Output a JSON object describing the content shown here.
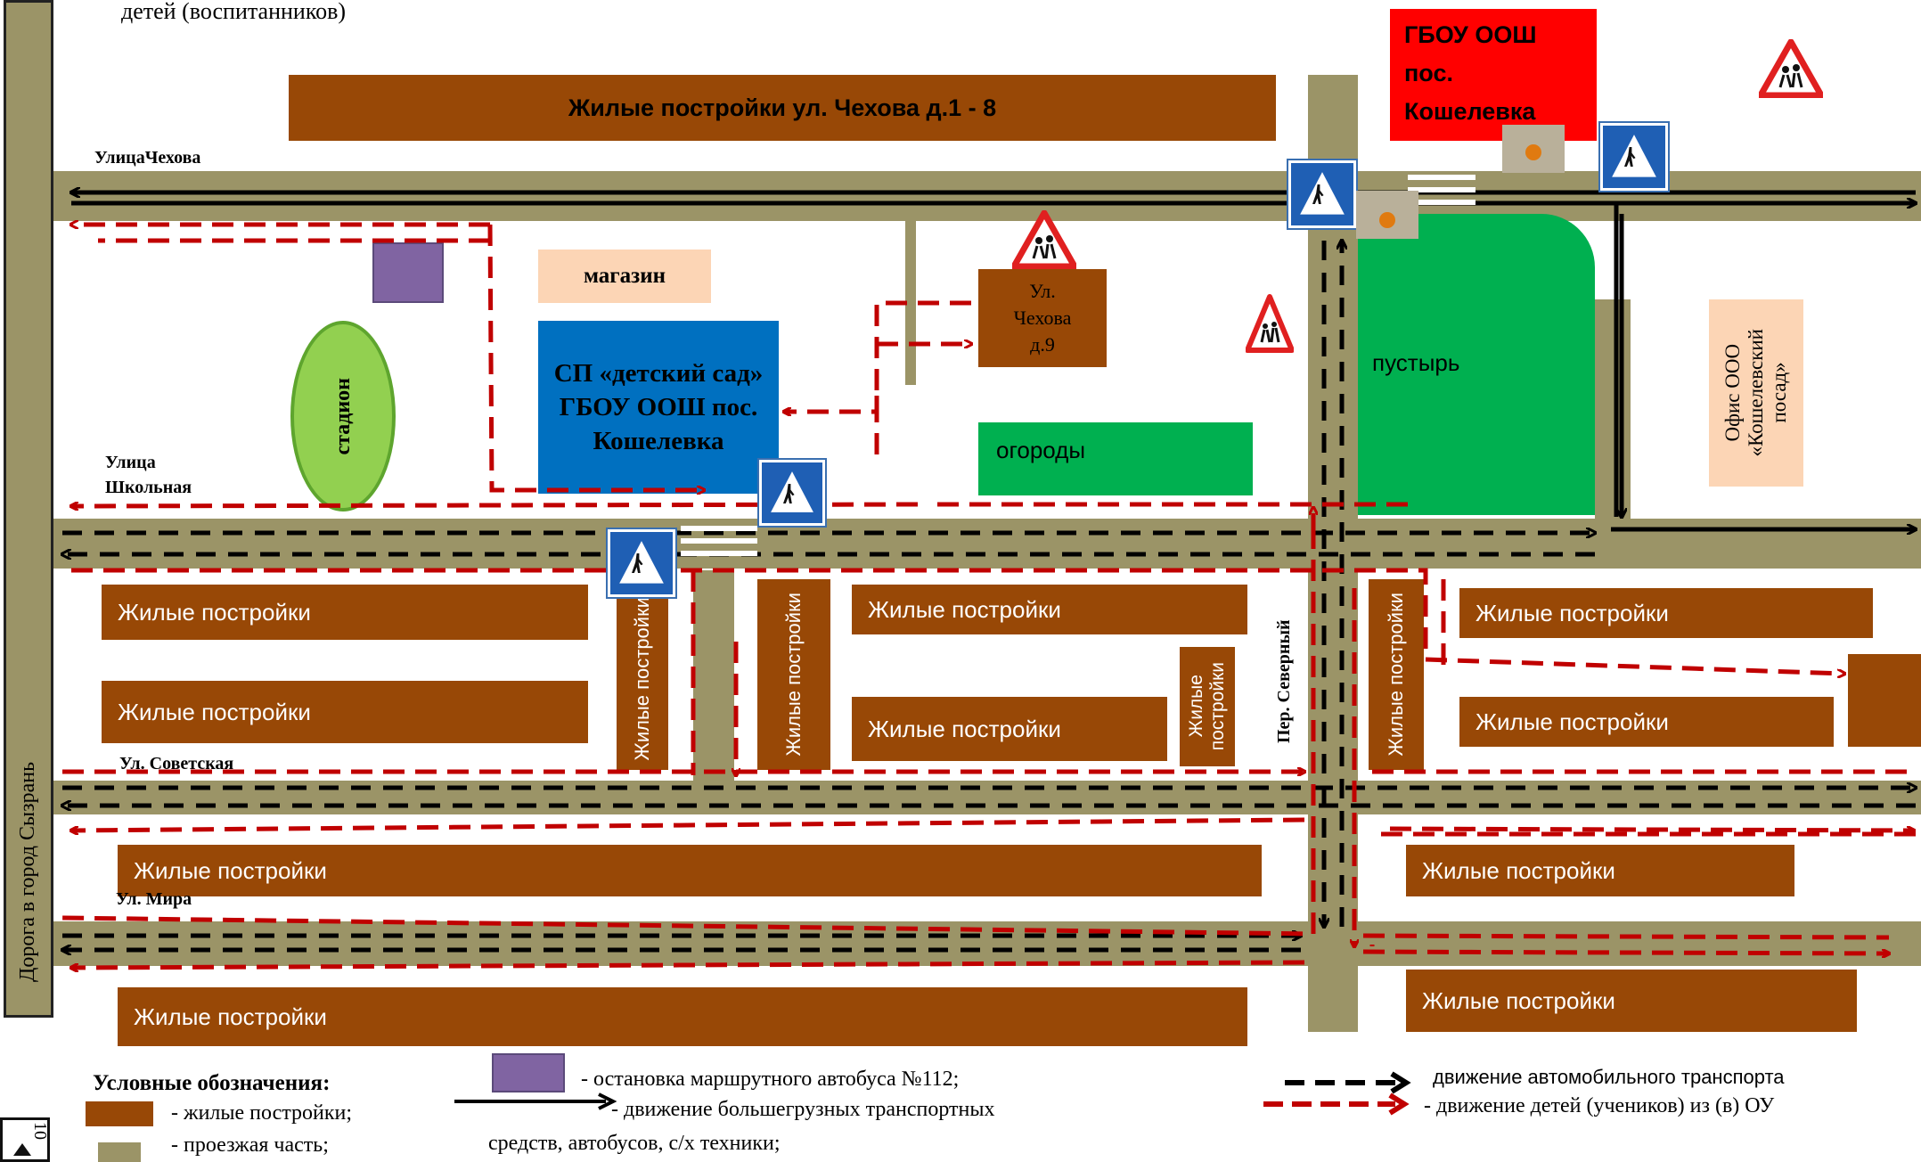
{
  "header": {
    "caption": "детей (воспитанников)"
  },
  "buildings": {
    "chekhov_block": "Жилые постройки ул. Чехова д.1 - 8",
    "school": [
      "ГБОУ ООШ",
      "пос.",
      "Кошелевка"
    ],
    "shop": "магазин",
    "kindergarten": "СП «детский сад» ГБОУ ООШ пос. Кошелевка",
    "chekhov9": [
      "Ул.",
      "Чехова",
      "д.9"
    ],
    "stadium": "стадион",
    "gardens": "огороды",
    "wasteland": "пустырь",
    "office": [
      "Офис ООО",
      "«Кошелевский",
      "посад»"
    ],
    "residential": "Жилые постройки",
    "residential_short": "Жилые постройки",
    "residential_split": [
      "Жилые",
      "постройки"
    ]
  },
  "streets": {
    "chekhova": "УлицаЧехова",
    "shkolnaya": [
      "Улица",
      "Школьная"
    ],
    "sovetskaya": "Ул. Советская",
    "mira": "Ул. Мира",
    "severny": "Пер. Северный",
    "syzran_road": "Дорога в город Сызрань"
  },
  "legend": {
    "title": "Условные обозначения:",
    "residential": "- жилые постройки;",
    "roadway": "-  проезжая часть;",
    "bus_stop": "- остановка маршрутного автобуса №112;",
    "heavy_traffic_1": "- движение большегрузных транспортных",
    "heavy_traffic_2": "средств,  автобусов, с/х техники;",
    "car_traffic": "движение автомобильного транспорта",
    "children_movement": "- движение детей (учеников) из (в) ОУ",
    "corner_mark": "10"
  },
  "colors": {
    "road": "#9b9467",
    "building": "#984806",
    "school": "#ff0000",
    "kindergarten": "#0070c0",
    "green": "#00b050",
    "shop": "#fcd5b5",
    "stadium": "#92d050",
    "bus_stop": "#8064a2",
    "children_route": "#c00000"
  }
}
